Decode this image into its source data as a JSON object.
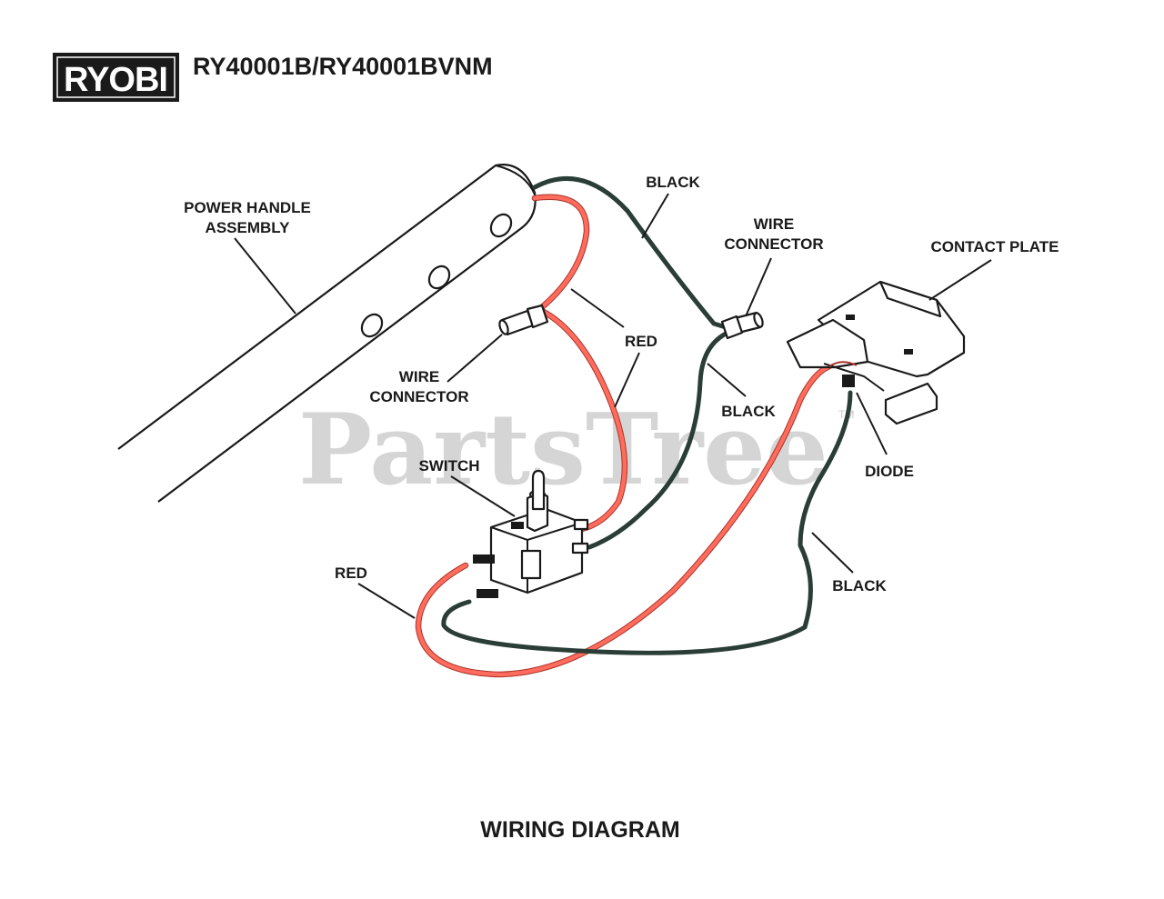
{
  "header": {
    "brand": "RYOBI",
    "model": "RY40001B/RY40001BVNM"
  },
  "watermark": {
    "text": "PartsTree",
    "tm": "TM"
  },
  "labels": {
    "power_handle_line1": "POWER HANDLE",
    "power_handle_line2": "ASSEMBLY",
    "black_top": "BLACK",
    "wire_connector_right_line1": "WIRE",
    "wire_connector_right_line2": "CONNECTOR",
    "contact_plate": "CONTACT PLATE",
    "red_upper": "RED",
    "wire_connector_left_line1": "WIRE",
    "wire_connector_left_line2": "CONNECTOR",
    "black_middle": "BLACK",
    "diode": "DIODE",
    "switch": "SWITCH",
    "red_lower": "RED",
    "black_bottom": "BLACK"
  },
  "caption": "WIRING DIAGRAM",
  "colors": {
    "red_wire": "#ff6c5e",
    "black_wire": "#2a3d36",
    "brand_bg": "#1a1a1a"
  }
}
